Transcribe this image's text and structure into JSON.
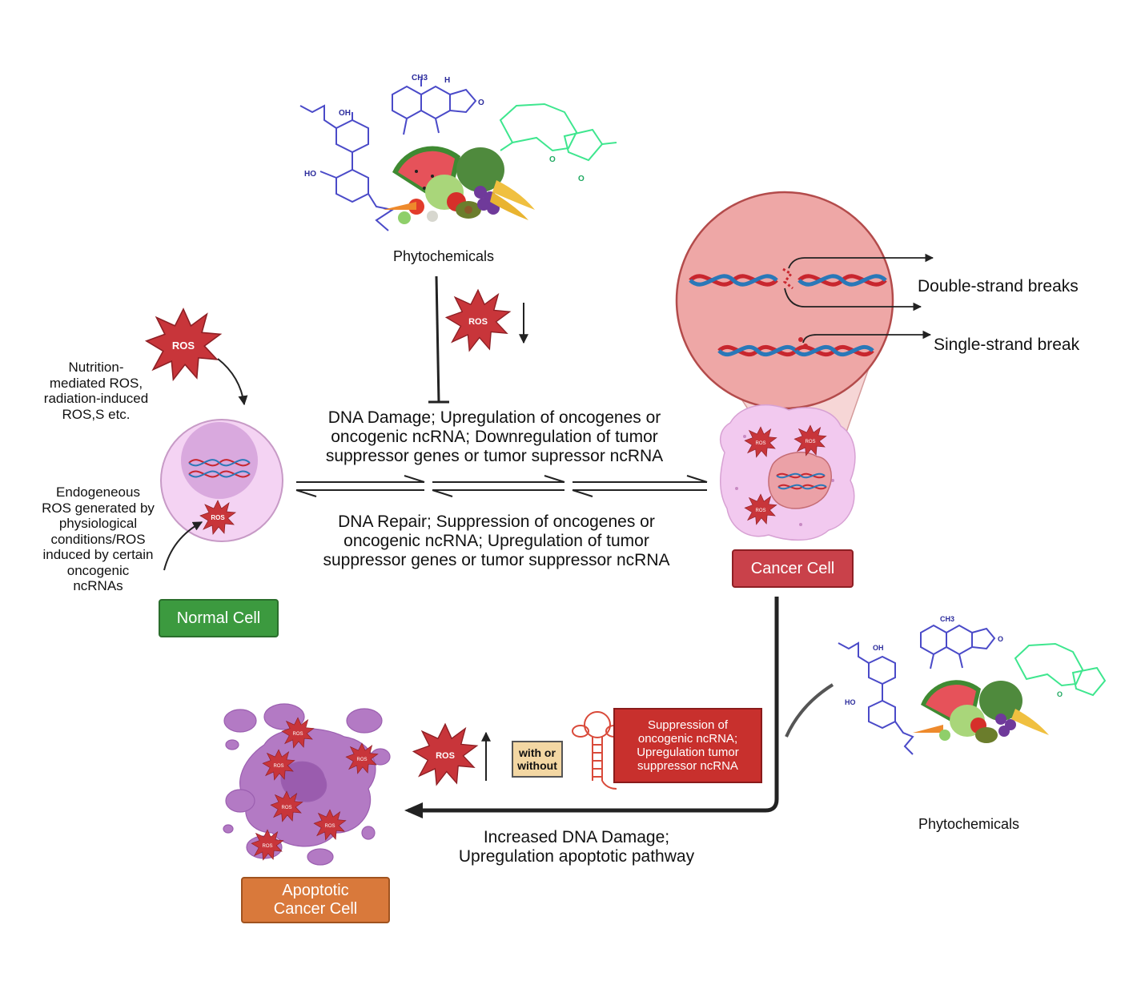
{
  "phytochemicals_top_label": "Phytochemicals",
  "phytochemicals_bottom_label": "Phytochemicals",
  "ros_badge": "ROS",
  "normal_cell": {
    "label": "Normal Cell",
    "nutrition_text": [
      "Nutrition-",
      "mediated ROS,",
      "radiation-induced",
      "ROS,S etc."
    ],
    "endogenous_text": [
      "Endogeneous",
      "ROS generated by",
      "physiological",
      "conditions/ROS",
      "induced by certain",
      "oncogenic",
      "ncRNAs"
    ]
  },
  "cancer_cell": {
    "label": "Cancer Cell"
  },
  "apoptotic_cell": {
    "label_line1": "Apoptotic",
    "label_line2": "Cancer Cell"
  },
  "dna_damage_text": [
    "DNA Damage; Upregulation of oncogenes or",
    "oncogenic ncRNA; Downregulation of tumor",
    "suppressor genes or tumor supressor ncRNA"
  ],
  "dna_repair_text": [
    "DNA Repair; Suppression of oncogenes or",
    "oncogenic ncRNA; Upregulation of tumor",
    "suppressor genes or tumor suppressor ncRNA"
  ],
  "breaks": {
    "double": "Double-strand breaks",
    "single": "Single-strand break"
  },
  "with_or_without": [
    "with or",
    "without"
  ],
  "suppression_box": [
    "Suppression of",
    "oncogenic ncRNA;",
    "Upregulation tumor",
    "suppressor ncRNA"
  ],
  "increased_damage_text": [
    "Increased DNA Damage;",
    "Upregulation apoptotic pathway"
  ],
  "chem_labels": {
    "oh": "OH",
    "ho": "HO",
    "ch3": "CH3",
    "h": "H",
    "o": "O"
  },
  "colors": {
    "normal_green": "#3c9a3f",
    "cancer_red": "#c9414a",
    "apoptotic_orange": "#d9793b",
    "ros_red": "#c8353a",
    "dna_red": "#c8262e",
    "dna_blue": "#2a78b8",
    "cell_pink": "#f1c9ef",
    "apoptotic_purple": "#b37ac4"
  }
}
